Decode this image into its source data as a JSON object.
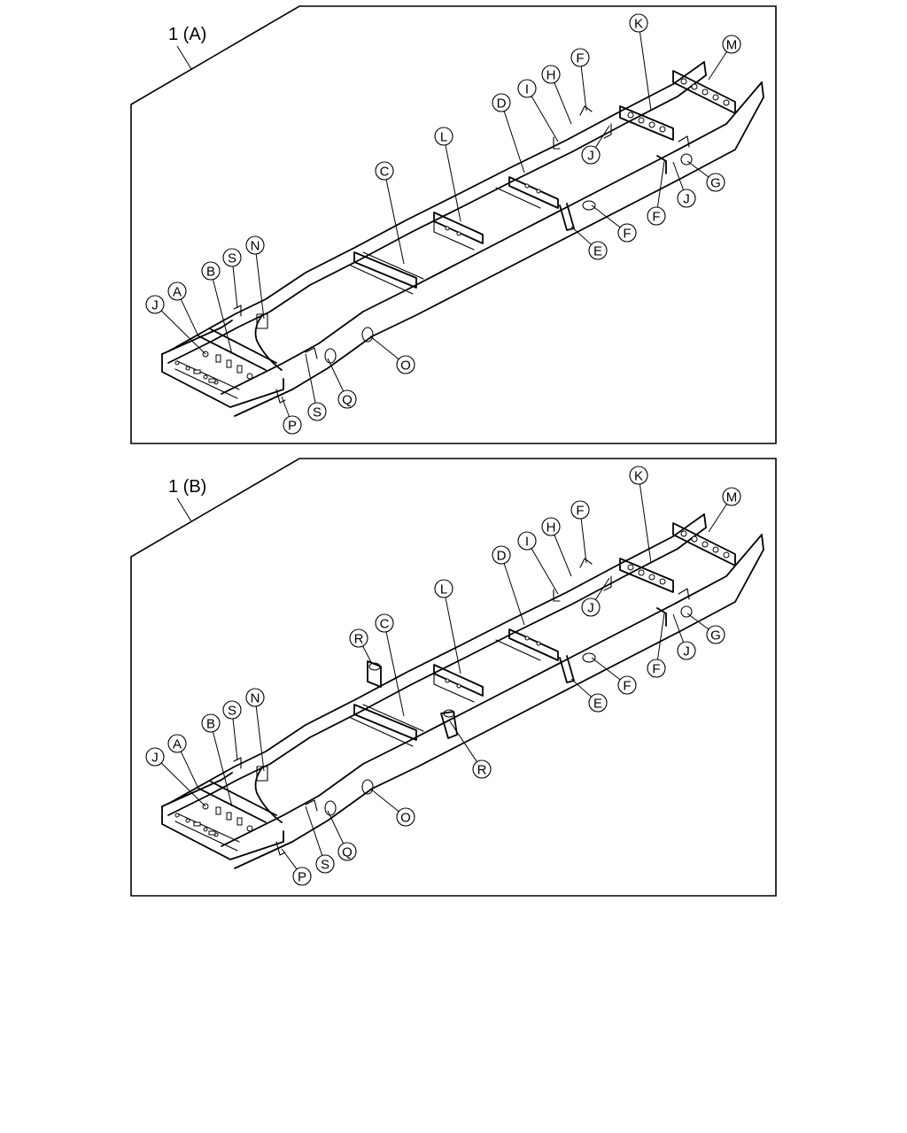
{
  "figures": [
    {
      "caption": "1 (A)",
      "callouts": [
        "A",
        "B",
        "C",
        "D",
        "E",
        "F",
        "F",
        "F",
        "G",
        "H",
        "I",
        "J",
        "J",
        "J",
        "K",
        "L",
        "M",
        "N",
        "O",
        "P",
        "Q",
        "S",
        "S"
      ]
    },
    {
      "caption": "1 (B)",
      "callouts": [
        "A",
        "B",
        "C",
        "D",
        "E",
        "F",
        "F",
        "F",
        "G",
        "H",
        "I",
        "J",
        "J",
        "J",
        "K",
        "L",
        "M",
        "N",
        "O",
        "P",
        "Q",
        "R",
        "R",
        "S",
        "S"
      ]
    }
  ],
  "colors": {
    "ink": "#000000",
    "background": "#ffffff"
  }
}
